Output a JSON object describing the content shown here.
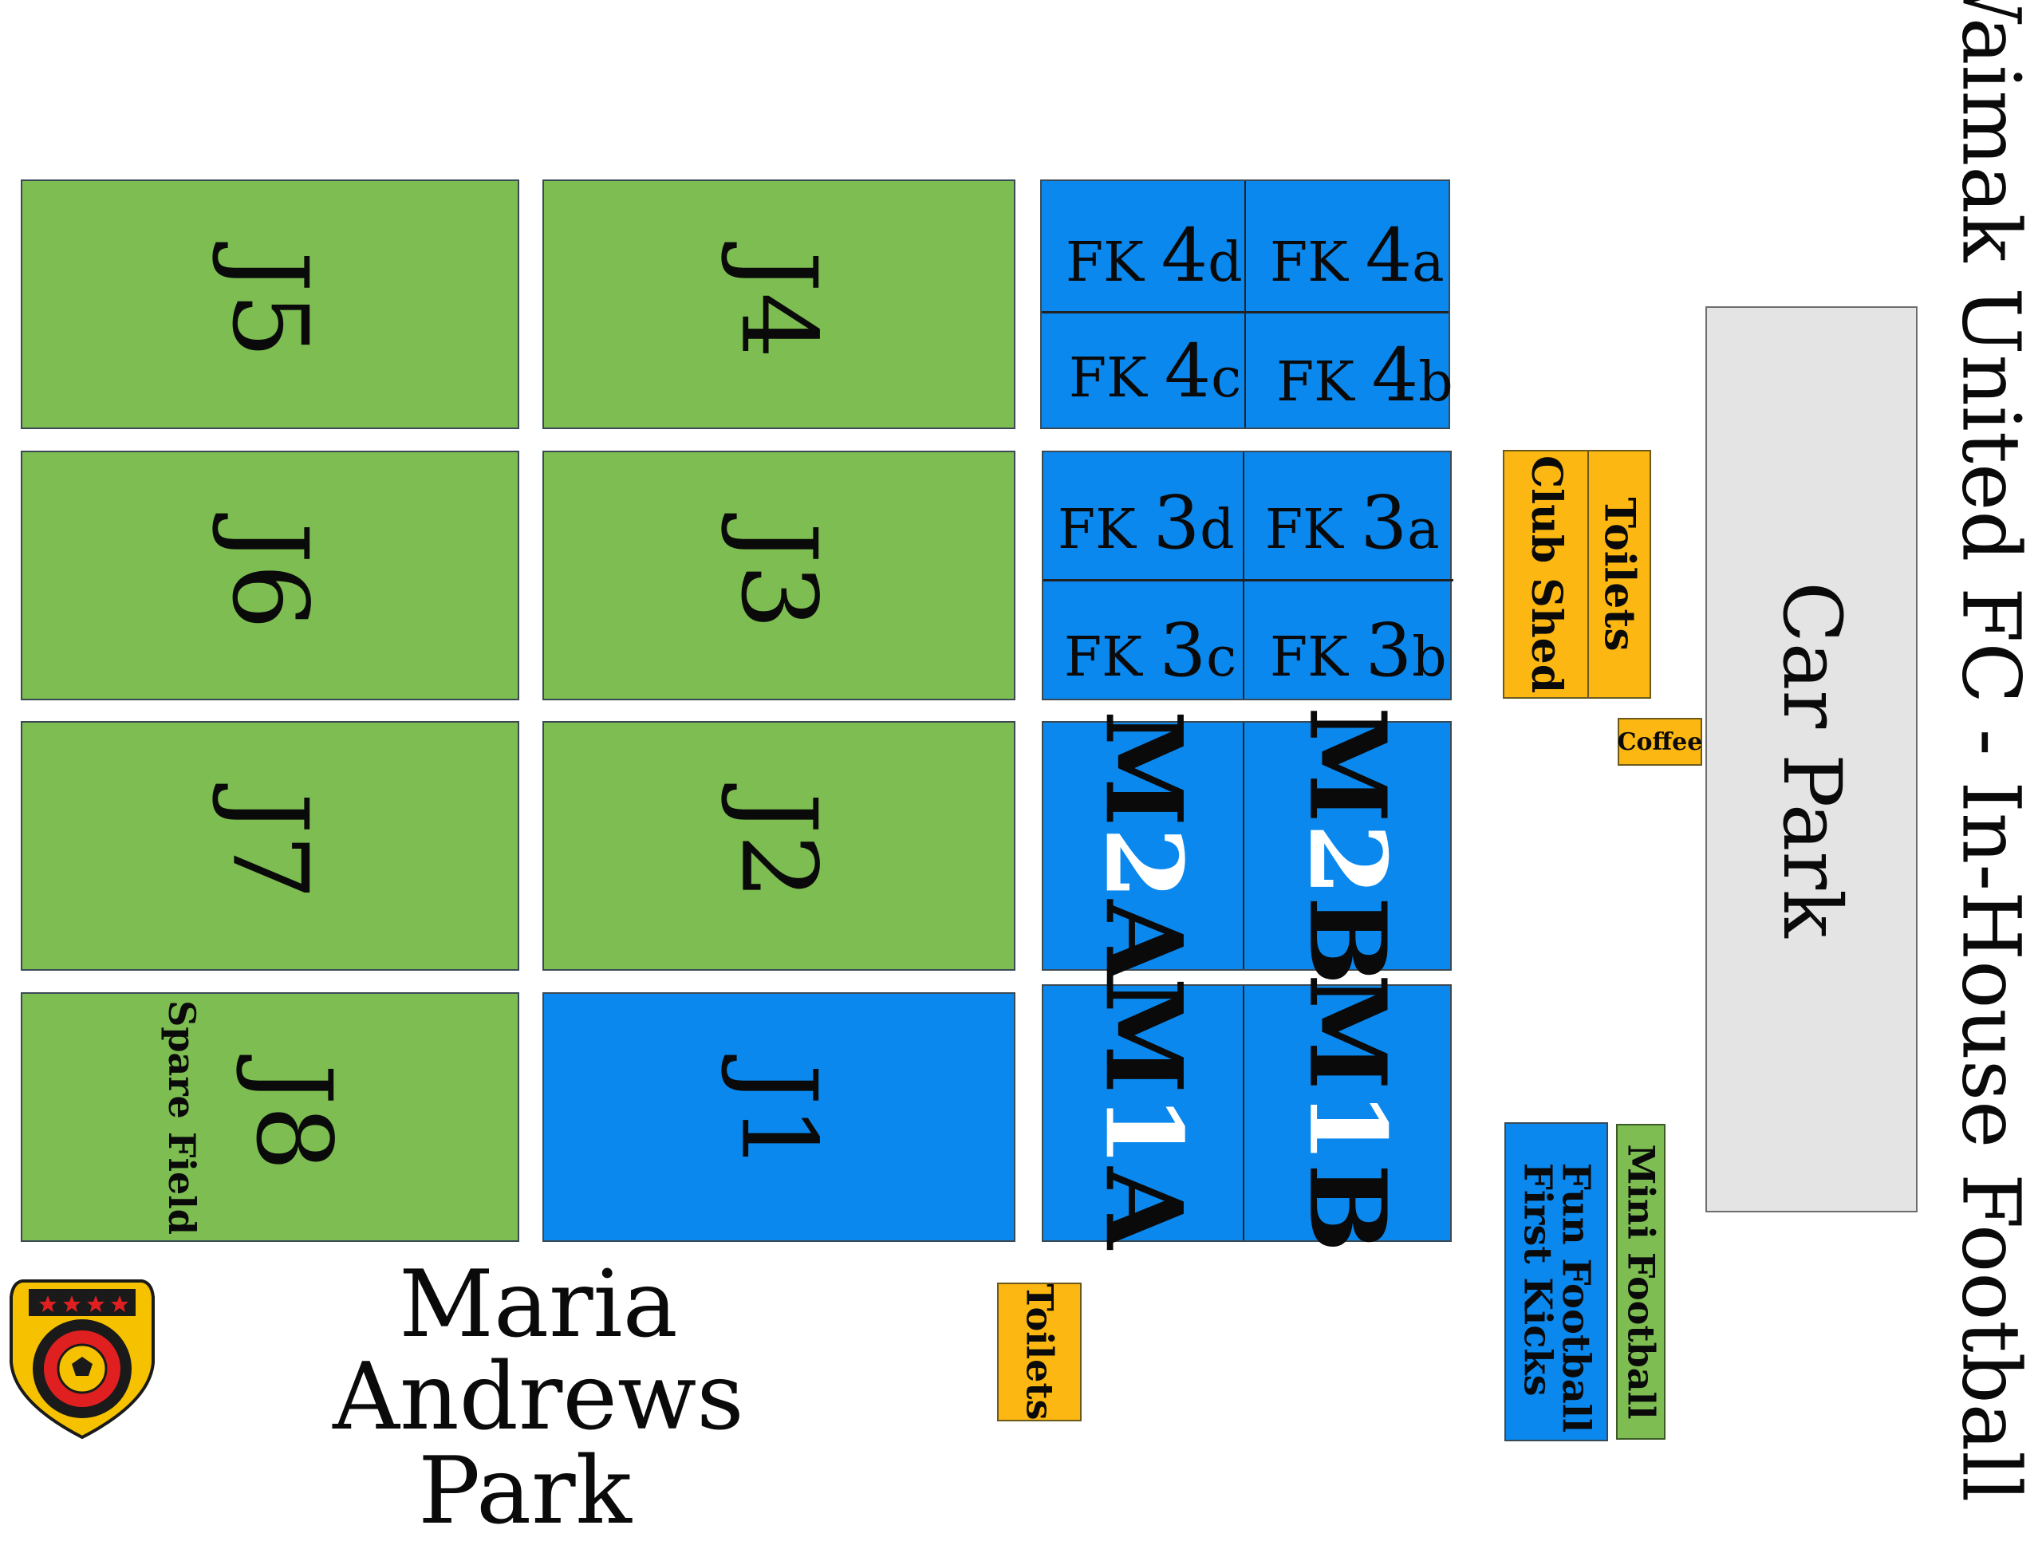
{
  "title": "Waimak United FC - In-House Football",
  "venue": {
    "line1": "Maria Andrews",
    "line2": "Park"
  },
  "logo": {
    "alt_text": "WAIMAKARIRI UNITED FC",
    "colors": {
      "outer": "#f6c200",
      "ring": "#1a1a1a",
      "inner": "#e02020",
      "stars": "#e02020"
    }
  },
  "fields": {
    "J1": "J1",
    "J2": "J2",
    "J3": "J3",
    "J4": "J4",
    "J5": "J5",
    "J6": "J6",
    "J7": "J7",
    "J8": "J8",
    "spare": "Spare Field"
  },
  "fk": {
    "fk4d": {
      "prefix": "FK",
      "num": "4",
      "suffix": "d"
    },
    "fk4a": {
      "prefix": "FK",
      "num": "4",
      "suffix": "a"
    },
    "fk4c": {
      "prefix": "FK",
      "num": "4",
      "suffix": "c"
    },
    "fk4b": {
      "prefix": "FK",
      "num": "4",
      "suffix": "b"
    },
    "fk3d": {
      "prefix": "FK",
      "num": "3",
      "suffix": "d"
    },
    "fk3a": {
      "prefix": "FK",
      "num": "3",
      "suffix": "a"
    },
    "fk3c": {
      "prefix": "FK",
      "num": "3",
      "suffix": "c"
    },
    "fk3b": {
      "prefix": "FK",
      "num": "3",
      "suffix": "b"
    }
  },
  "m": {
    "m2a": {
      "a": "M",
      "num": "2",
      "b": "A"
    },
    "m2b": {
      "a": "M",
      "num": "2",
      "b": "B"
    },
    "m1a": {
      "a": "M",
      "num": "1",
      "b": "A"
    },
    "m1b": {
      "a": "M",
      "num": "1",
      "b": "B"
    }
  },
  "facilities": {
    "club_shed": "Club Shed",
    "toilets_top": "Toilets",
    "coffee": "Coffee",
    "car_park": "Car Park",
    "toilets_bottom": "Toilets",
    "fun_football": "Fun Football",
    "first_kicks": "First Kicks",
    "mini_football": "Mini Football"
  },
  "colors": {
    "green": "#7dbd51",
    "blue": "#0a88ee",
    "orange": "#fcb712",
    "grey": "#e4e4e4"
  }
}
